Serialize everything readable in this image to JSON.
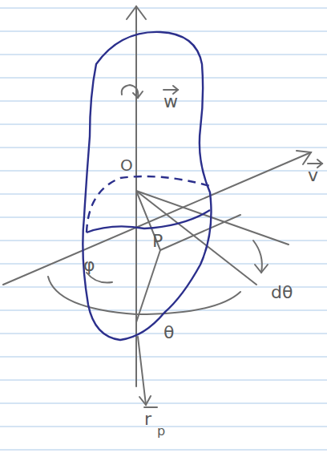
{
  "diagram": {
    "labels": [
      "w",
      "O",
      "v",
      "φ",
      "P",
      "dθ",
      "θ",
      "r",
      "p"
    ]
  }
}
